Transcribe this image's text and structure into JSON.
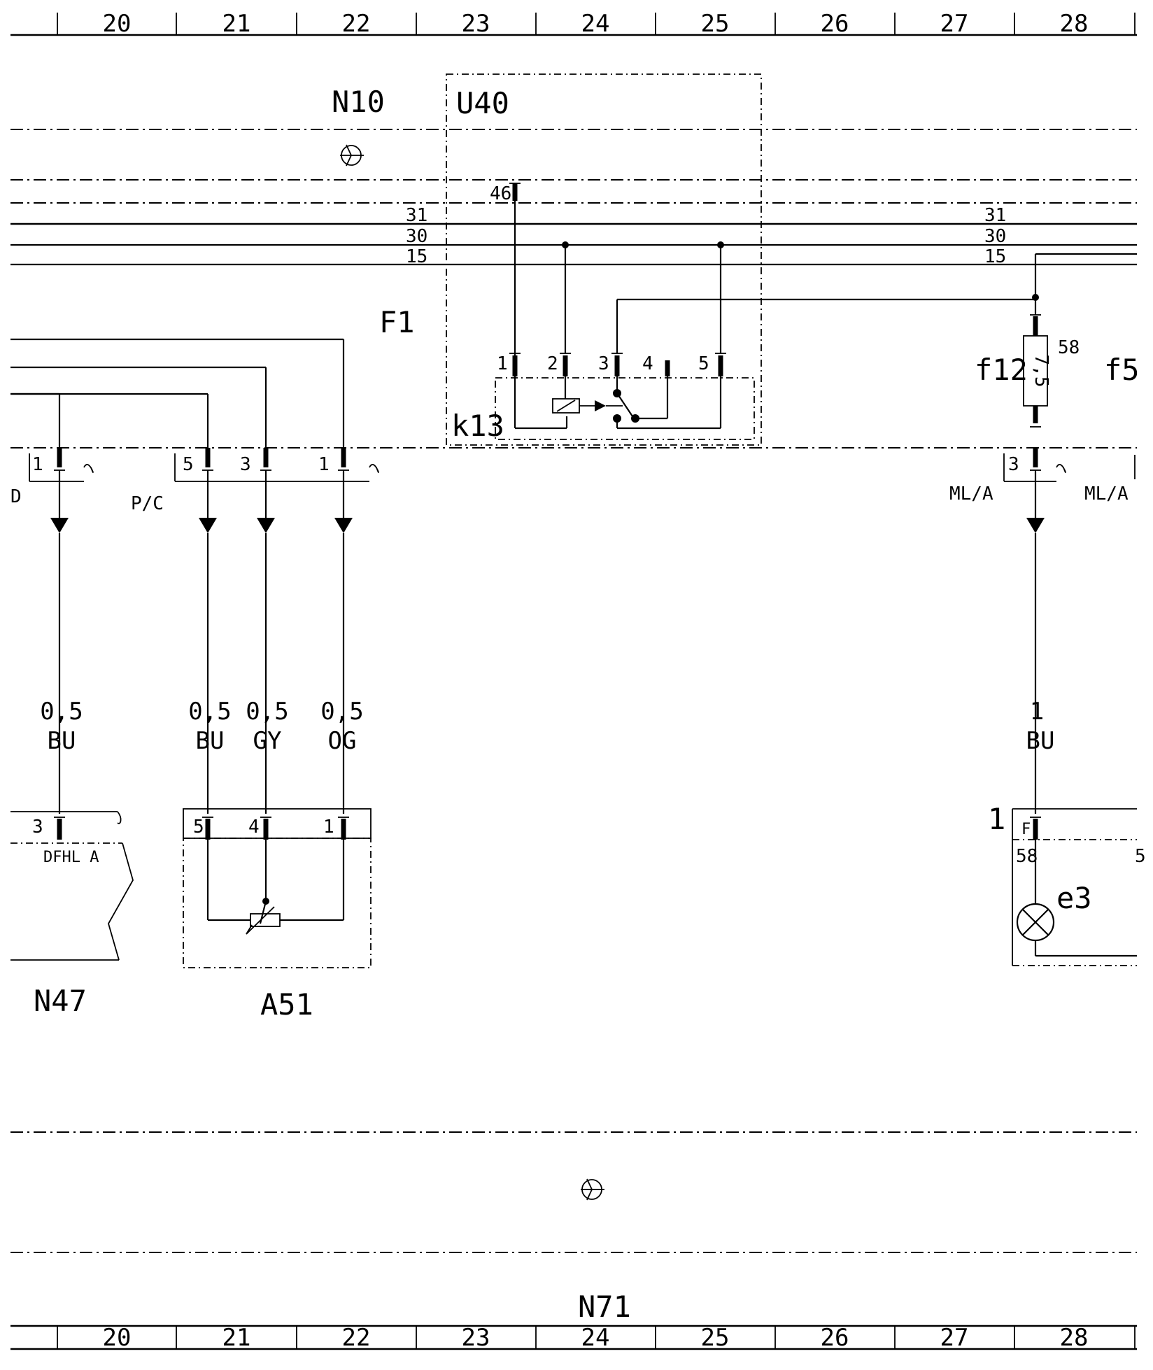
{
  "ruler": {
    "columns": [
      "20",
      "21",
      "22",
      "23",
      "24",
      "25",
      "26",
      "27",
      "28"
    ]
  },
  "components": {
    "n10": "N10",
    "u40": "U40",
    "f1": "F1",
    "k13": "k13",
    "f12": "f12",
    "f5": "f5",
    "n47": "N47",
    "a51": "A51",
    "e3": "e3",
    "n71": "N71"
  },
  "bus_lines": {
    "left": [
      "31",
      "30",
      "15"
    ],
    "right": [
      "31",
      "30",
      "15"
    ]
  },
  "relay": {
    "top_pin": "46",
    "pins": [
      "1",
      "2",
      "3",
      "4",
      "5"
    ]
  },
  "fuse": {
    "rating": "7,5",
    "terminal": "58"
  },
  "connectors": {
    "d_pin": "1",
    "d_label": "D",
    "pc_label": "P/C",
    "pc_pins": [
      "5",
      "3",
      "1"
    ],
    "mla_pin": "3",
    "mla_label_left": "ML/A",
    "mla_label_right": "ML/A"
  },
  "wires": [
    {
      "size": "0,5",
      "color": "BU"
    },
    {
      "size": "0,5",
      "color": "BU"
    },
    {
      "size": "0,5",
      "color": "GY"
    },
    {
      "size": "0,5",
      "color": "OG"
    },
    {
      "size": "1",
      "color": "BU"
    }
  ],
  "n47_block": {
    "pin": "3",
    "text": "DFHL A"
  },
  "a51_block": {
    "pins": [
      "5",
      "4",
      "1"
    ]
  },
  "e3_block": {
    "pin_outer": "1",
    "pin_label": "F",
    "terminal": "58",
    "cut_mark": "5"
  }
}
